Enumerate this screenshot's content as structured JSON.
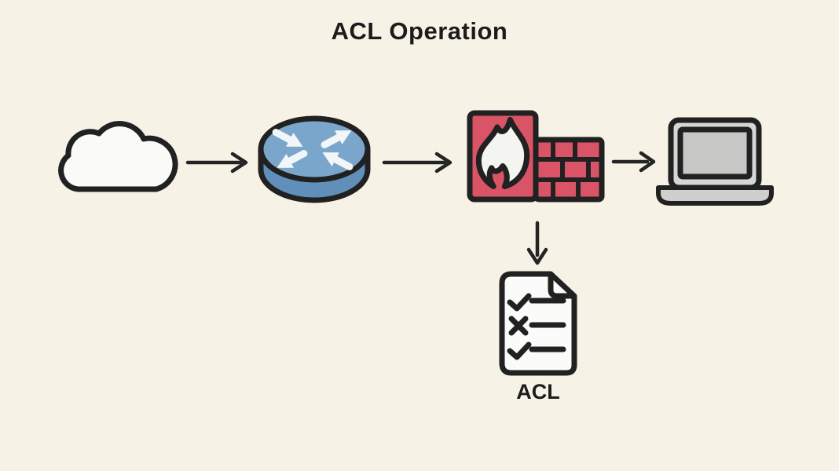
{
  "diagram": {
    "title": "ACL Operation",
    "acl_label": "ACL",
    "nodes": [
      {
        "id": "cloud",
        "icon": "cloud-icon",
        "label": ""
      },
      {
        "id": "router",
        "icon": "router-icon",
        "label": ""
      },
      {
        "id": "firewall",
        "icon": "firewall-icon",
        "label": ""
      },
      {
        "id": "laptop",
        "icon": "laptop-icon",
        "label": ""
      },
      {
        "id": "acl-document",
        "icon": "checklist-document-icon",
        "label": "ACL"
      }
    ],
    "edges": [
      {
        "from": "cloud",
        "to": "router",
        "direction": "right"
      },
      {
        "from": "router",
        "to": "firewall",
        "direction": "right"
      },
      {
        "from": "firewall",
        "to": "laptop",
        "direction": "right"
      },
      {
        "from": "firewall",
        "to": "acl-document",
        "direction": "down"
      }
    ],
    "checklist_marks": [
      "check",
      "cross",
      "check"
    ],
    "colors": {
      "background": "#f7f2e6",
      "outline": "#212121",
      "text_ink": "#1c1c1c",
      "connector_ink": "#242424",
      "cloud_fill": "#fafaf8",
      "router_top": "#7ba6cc",
      "router_side": "#6090ba",
      "router_arrow_white": "#f2f6f9",
      "firewall_red": "#da5467",
      "flame_white": "#f4f4f1",
      "laptop_lid": "#d6d6d4",
      "laptop_screen": "#c7c7c5",
      "laptop_base": "#cfcfcd",
      "document_fill": "#fbfbf9"
    }
  }
}
